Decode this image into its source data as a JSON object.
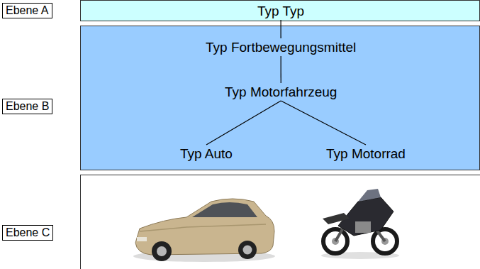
{
  "diagram": {
    "nodes": [
      {
        "text": [
          "Ebene A"
        ]
      },
      {
        "text": [
          "Typ Typ"
        ],
        "in": 0
      },
      {
        "text": [
          "Ebene B"
        ]
      },
      {
        "text": [
          "Typ Fortbewegungsmittel"
        ],
        "in": 2
      },
      {
        "text": [
          "Typ Motorfahrzeug"
        ],
        "in": 2
      },
      {
        "text": [
          "Typ Auto"
        ],
        "in": 2
      },
      {
        "text": [
          "Typ Motorrad"
        ],
        "in": 2
      },
      {
        "text": [
          "Ebene C"
        ]
      }
    ],
    "edges": [
      {
        "from": 1,
        "to": 3,
        "arrow": "none"
      },
      {
        "from": 3,
        "to": 4,
        "arrow": "none"
      },
      {
        "from": 4,
        "to": 5,
        "arrow": "none"
      },
      {
        "from": 4,
        "to": 6,
        "arrow": "none"
      }
    ]
  }
}
